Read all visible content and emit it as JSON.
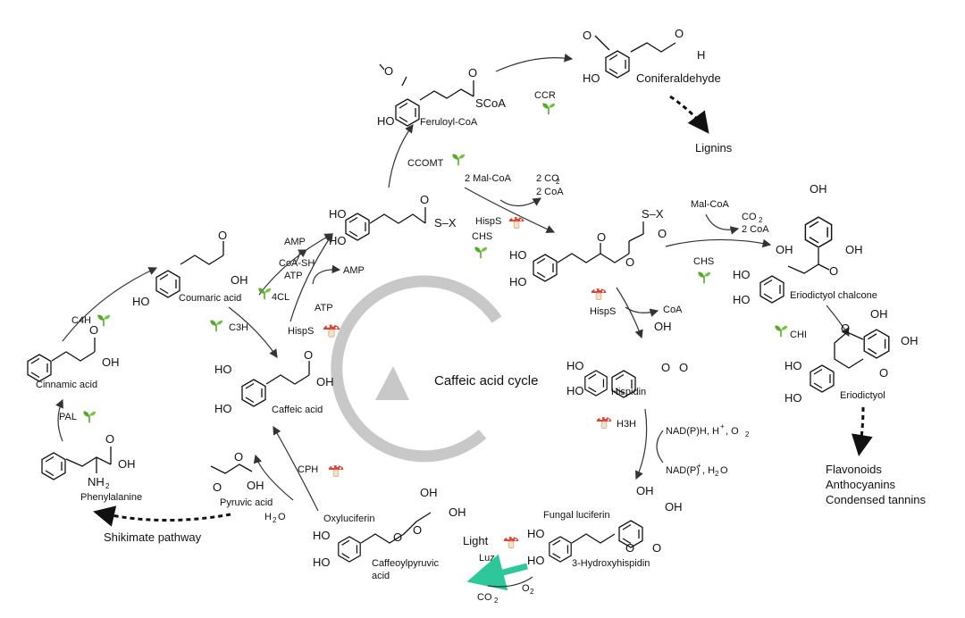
{
  "center_label": "Caffeic acid cycle",
  "colors": {
    "cycle_arrow": "#c8c8c8",
    "plant_icon": "#5aa832",
    "mushroom_cap": "#d2473a",
    "light_arrow": "#2fc79a",
    "ink": "#111111"
  },
  "compounds": {
    "feruloyl_coa": "Feruloyl-CoA",
    "coniferaldehyde": "Coniferaldehyde",
    "coumaric_acid": "Coumaric acid",
    "cinnamic_acid": "Cinnamic acid",
    "phenylalanine": "Phenylalanine",
    "caffeic_acid": "Caffeic acid",
    "pyruvic_acid": "Pyruvic acid",
    "oxyluciferin": "Oxyluciferin",
    "caffeoylpyruvic_acid_1": "Caffeoylpyruvic",
    "caffeoylpyruvic_acid_2": "acid",
    "fungal_luciferin": "Fungal luciferin",
    "hydroxyhispidin": "3-Hydroxyhispidin",
    "hispidin": "Hispidin",
    "eriodictyol_chalcone": "Eriodictyol chalcone",
    "eriodictyol": "Eriodictyol"
  },
  "products": {
    "lignins": "Lignins",
    "shikimate": "Shikimate pathway",
    "flavonoids": "Flavonoids",
    "anthocyanins": "Anthocyanins",
    "tannins": "Condensed tannins"
  },
  "enzymes": {
    "ccr": "CCR",
    "ccomt": "CCOMT",
    "hisps_top": "HispS",
    "chs_top": "CHS",
    "chs_right": "CHS",
    "chi": "CHI",
    "hisps_mid": "HispS",
    "h3h": "H3H",
    "luz": "Luz",
    "cph": "CPH",
    "pal": "PAL",
    "c4h": "C4H",
    "c3h": "C3H",
    "fourcl": "4CL",
    "hisps_left": "HispS"
  },
  "cofactors": {
    "mal_coa_2": "2 Mal-CoA",
    "co2_2": "2 CO",
    "coa_2": "2 CoA",
    "mal_coa": "Mal-CoA",
    "co2": "CO",
    "coa_2b": "2 CoA",
    "coa": "CoA",
    "nadph": "NAD(P)H, H",
    "o2_plus": ", O",
    "nadp": "NAD(P)",
    "h2o_suffix": ", H",
    "light": "Light",
    "co2_bottom": "CO",
    "o2_bottom": "O",
    "h2o": "H",
    "amp_1": "AMP",
    "coa_sh": "CoA-SH",
    "atp_1": "ATP",
    "amp_2": "AMP",
    "atp_2": "ATP"
  },
  "atoms": {
    "oh": "OH",
    "ho": "HO",
    "o": "O",
    "h": "H",
    "s_x": "S–X",
    "scoa": "SCoA",
    "nh2": "NH",
    "sub2": "2",
    "plus": "+"
  }
}
